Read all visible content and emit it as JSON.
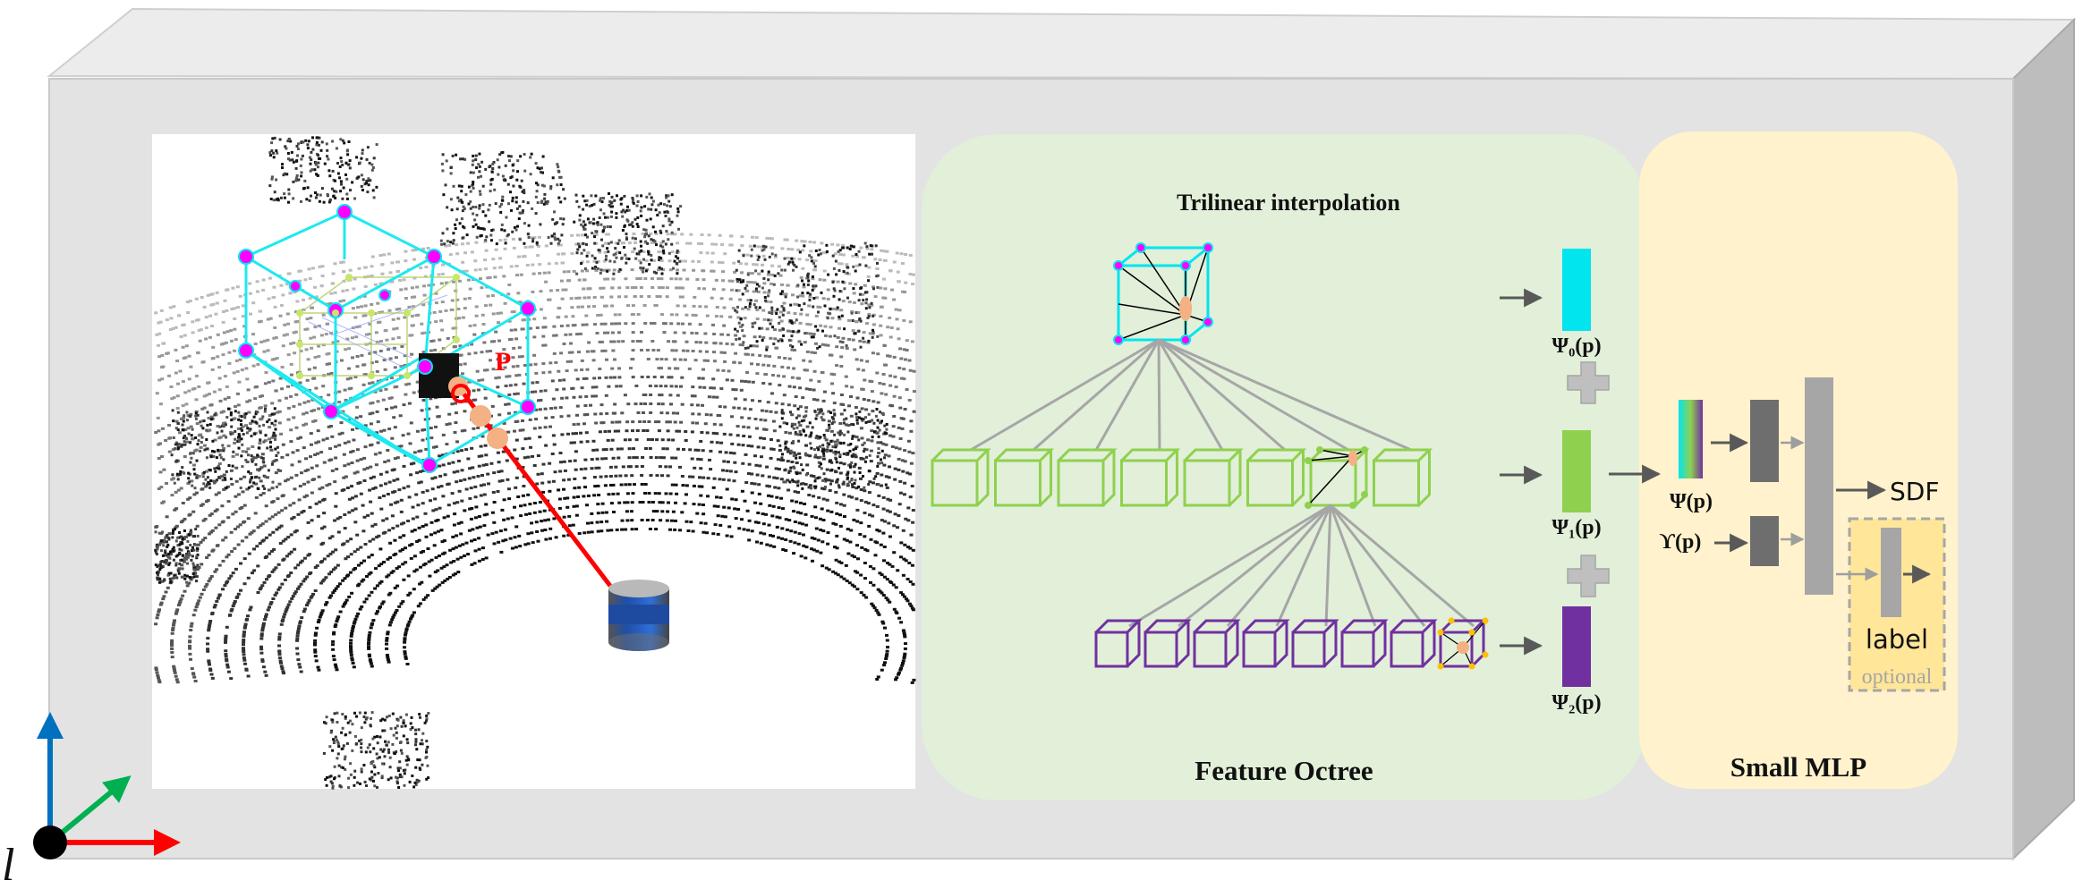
{
  "labels": {
    "trilinear_title": "Trilinear interpolation",
    "feature_octree": "Feature Octree",
    "small_mlp": "Small MLP",
    "point_label": "P",
    "psi0": "Ψ₀(p)",
    "psi1": "Ψ₁(p)",
    "psi2": "Ψ₂(p)",
    "psi": "Ψ(p)",
    "upsilon": "ϒ(p)",
    "sdf": "SDF",
    "label": "label",
    "optional": "optional",
    "frame_l": "l"
  },
  "colors": {
    "level0": "#00e5ee",
    "level1": "#8fd14f",
    "level2": "#7030a0",
    "octree_panel": "#e2efd9",
    "mlp_panel": "#fff2cc",
    "box": "#e3e3e3",
    "arrow": "#595959",
    "axis_x": "#ff0000",
    "axis_y": "#00b050",
    "axis_z": "#0070c0"
  }
}
